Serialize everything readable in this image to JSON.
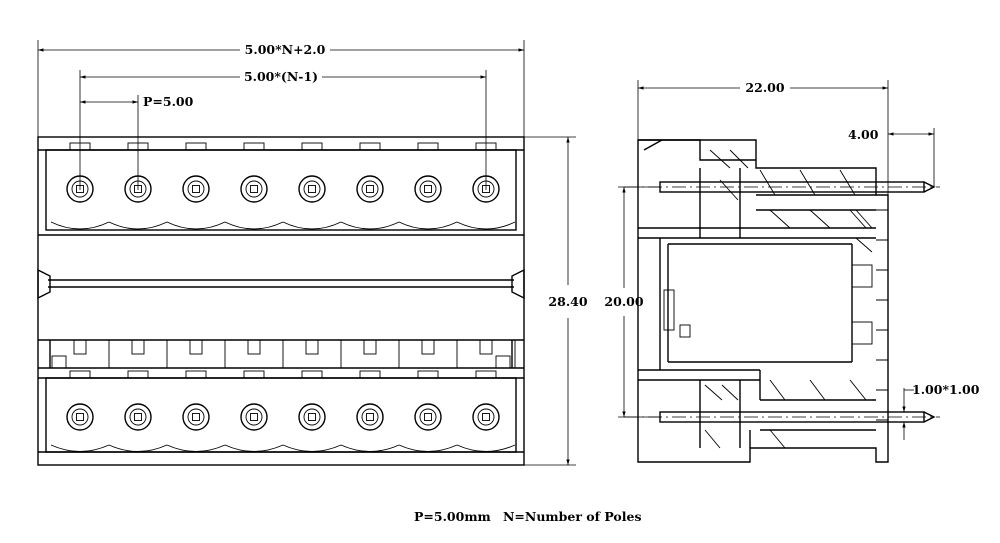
{
  "dimensions": {
    "total_width": "5.00*N+2.0",
    "pin_span": "5.00*(N-1)",
    "pitch": "P=5.00",
    "height": "28.40",
    "side_depth": "22.00",
    "pin_offset": "4.00",
    "pin_spacing": "20.00",
    "pin_size": "1.00*1.00"
  },
  "caption": {
    "pitch": "P=5.00mm",
    "poles": "N=Number of Poles"
  },
  "pole_count": 8
}
